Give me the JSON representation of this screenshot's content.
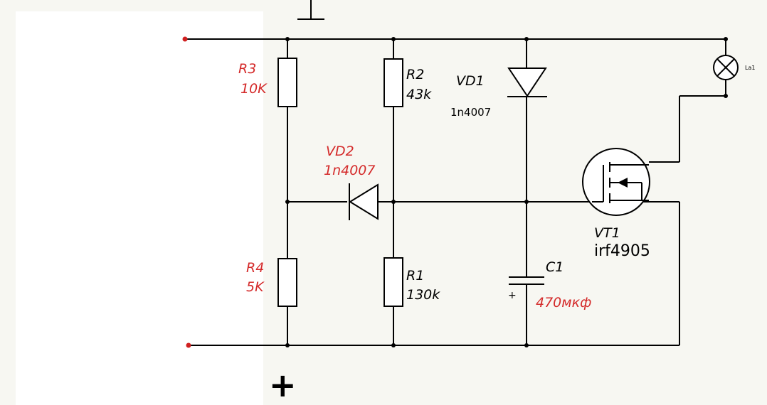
{
  "components": {
    "r3": {
      "name": "R3",
      "value": "10K"
    },
    "r2": {
      "name": "R2",
      "value": "43k"
    },
    "r4": {
      "name": "R4",
      "value": "5K"
    },
    "r1": {
      "name": "R1",
      "value": "130k"
    },
    "vd1": {
      "name": "VD1",
      "part": "1n4007"
    },
    "vd2": {
      "name": "VD2",
      "part": "1n4007"
    },
    "c1": {
      "name": "C1",
      "value": "470мкф",
      "polarity": "+"
    },
    "vt1": {
      "name": "VT1",
      "part": "irf4905"
    },
    "lamp": {
      "name": "La1"
    }
  },
  "polarity": {
    "bottom": "+"
  },
  "colors": {
    "highlight": "#d42a2a",
    "terminal": "#d02020"
  }
}
